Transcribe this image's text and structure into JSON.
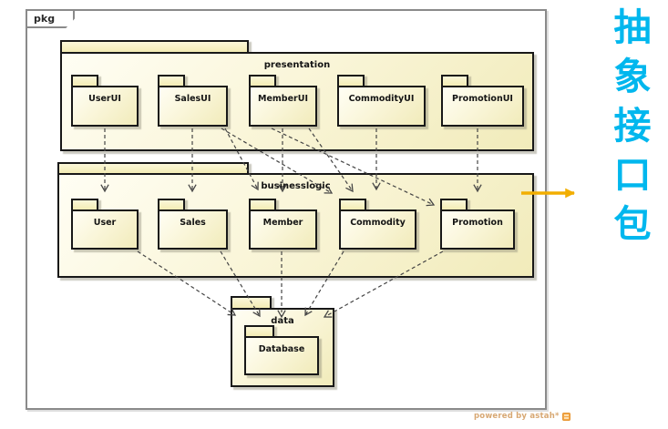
{
  "diagram": {
    "frame_tag": "pkg",
    "layers": [
      {
        "name": "presentation",
        "children": [
          "UserUI",
          "SalesUI",
          "MemberUI",
          "CommodityUI",
          "PromotionUI"
        ]
      },
      {
        "name": "businesslogic",
        "children": [
          "User",
          "Sales",
          "Member",
          "Commodity",
          "Promotion"
        ]
      },
      {
        "name": "data",
        "children": [
          "Database"
        ]
      }
    ],
    "dependencies": [
      {
        "from": "UserUI",
        "to": "User"
      },
      {
        "from": "SalesUI",
        "to": "Sales"
      },
      {
        "from": "MemberUI",
        "to": "Member"
      },
      {
        "from": "CommodityUI",
        "to": "Commodity"
      },
      {
        "from": "PromotionUI",
        "to": "Promotion"
      },
      {
        "from": "SalesUI",
        "to": "Member"
      },
      {
        "from": "SalesUI",
        "to": "Commodity"
      },
      {
        "from": "MemberUI",
        "to": "Commodity"
      },
      {
        "from": "MemberUI",
        "to": "Promotion"
      },
      {
        "from": "User",
        "to": "data"
      },
      {
        "from": "Sales",
        "to": "data"
      },
      {
        "from": "Member",
        "to": "data"
      },
      {
        "from": "Commodity",
        "to": "data"
      },
      {
        "from": "Promotion",
        "to": "data"
      }
    ]
  },
  "annotation": {
    "text": "抽象接口包",
    "text_color": "#00b7ee",
    "arrow_color": "#f2ae00"
  },
  "watermark": {
    "text": "powered by astah*"
  },
  "colors": {
    "package_fill": "#faf6da",
    "package_tab_fill": "#f3ecb4",
    "package_border": "#181818",
    "frame_border": "#8a8a8a",
    "dependency_line": "#454545"
  }
}
